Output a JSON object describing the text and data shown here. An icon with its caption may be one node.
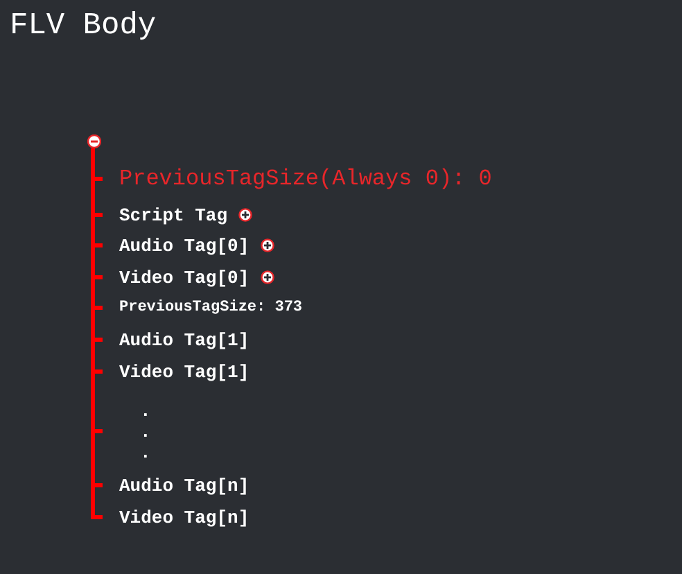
{
  "diagram": {
    "title": "FLV Body",
    "nodes": [
      {
        "text": [],
        "shape": "circle"
      },
      {
        "text": [
          "PreviousTagSize(Always 0): 0"
        ]
      },
      {
        "text": [
          "Script Tag"
        ]
      },
      {
        "text": [
          "Audio Tag[0]"
        ]
      },
      {
        "text": [
          "Video Tag[0]"
        ]
      },
      {
        "text": [
          "PreviousTagSize: 373"
        ]
      },
      {
        "text": [
          "Audio Tag[1]"
        ]
      },
      {
        "text": [
          "Video Tag[1]"
        ]
      },
      {
        "text": [
          ".",
          ".",
          "."
        ]
      },
      {
        "text": [
          "Audio Tag[n]"
        ]
      },
      {
        "text": [
          "Video Tag[n]"
        ]
      }
    ],
    "edges": [
      {
        "from": 0,
        "to": 1,
        "arrow": "none",
        "color": "#ff0000"
      },
      {
        "from": 0,
        "to": 2,
        "arrow": "none",
        "color": "#ff0000"
      },
      {
        "from": 0,
        "to": 3,
        "arrow": "none",
        "color": "#ff0000"
      },
      {
        "from": 0,
        "to": 4,
        "arrow": "none",
        "color": "#ff0000"
      },
      {
        "from": 0,
        "to": 5,
        "arrow": "none",
        "color": "#ff0000"
      },
      {
        "from": 0,
        "to": 6,
        "arrow": "none",
        "color": "#ff0000"
      },
      {
        "from": 0,
        "to": 7,
        "arrow": "none",
        "color": "#ff0000"
      },
      {
        "from": 0,
        "to": 8,
        "arrow": "none",
        "color": "#ff0000"
      },
      {
        "from": 0,
        "to": 9,
        "arrow": "none",
        "color": "#ff0000"
      },
      {
        "from": 0,
        "to": 10,
        "arrow": "none",
        "color": "#ff0000"
      }
    ]
  }
}
